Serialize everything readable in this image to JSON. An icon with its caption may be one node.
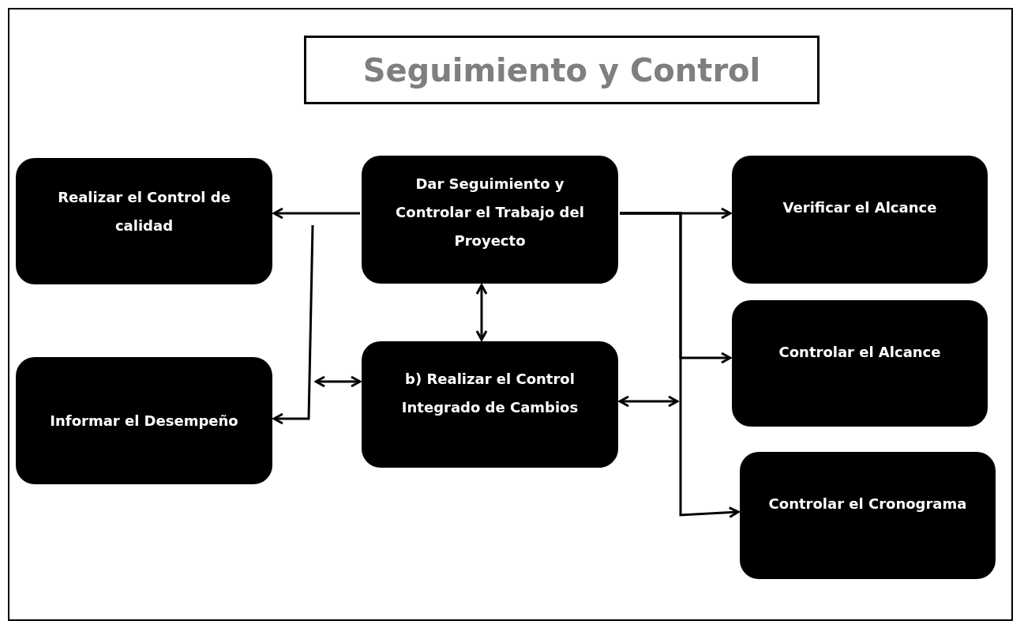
{
  "diagram": {
    "title": "Seguimiento y Control",
    "nodes": [
      {
        "text": [
          "Realizar el Control de calidad"
        ]
      },
      {
        "text": [
          "Dar Seguimiento y Controlar el Trabajo del Proyecto"
        ]
      },
      {
        "text": [
          "Verificar el Alcance"
        ]
      },
      {
        "text": [
          "Informar el Desempeño"
        ]
      },
      {
        "text": [
          "b) Realizar el Control Integrado de Cambios"
        ]
      },
      {
        "text": [
          "Controlar el Alcance"
        ]
      },
      {
        "text": [
          "Controlar el Cronograma"
        ]
      }
    ],
    "edges": [
      {
        "from": 1,
        "to": 0,
        "arrow": "to"
      },
      {
        "from": 1,
        "to": 2,
        "arrow": "to"
      },
      {
        "from": 1,
        "to": 5,
        "arrow": "to"
      },
      {
        "from": 1,
        "to": 6,
        "arrow": "to"
      },
      {
        "from": 1,
        "to": 4,
        "arrow": "both"
      },
      {
        "from": 4,
        "to": null,
        "arrow": "both"
      },
      {
        "from": null,
        "to": 3,
        "arrow": "to"
      },
      {
        "from": 4,
        "to": null,
        "arrow": "both"
      }
    ]
  }
}
